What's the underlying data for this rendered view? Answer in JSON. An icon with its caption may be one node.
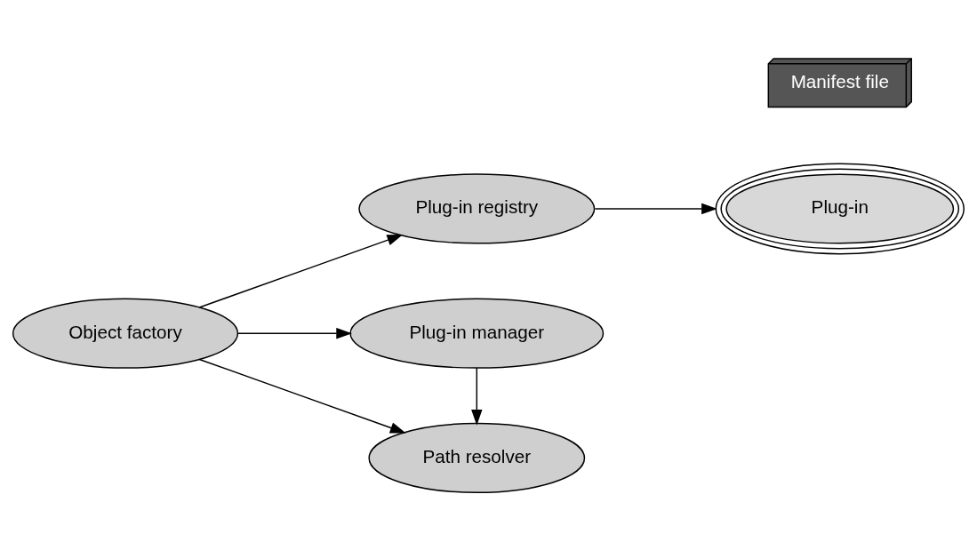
{
  "diagram": {
    "nodes": [
      {
        "text": [
          "Object factory"
        ]
      },
      {
        "text": [
          "Plug-in registry"
        ]
      },
      {
        "text": [
          "Plug-in manager"
        ]
      },
      {
        "text": [
          "Path resolver"
        ]
      },
      {
        "text": [
          "Plug-in"
        ]
      },
      {
        "text": [
          "Manifest file"
        ]
      }
    ],
    "edges": [
      {
        "from": 0,
        "to": 1,
        "arrow": "to"
      },
      {
        "from": 0,
        "to": 2,
        "arrow": "to"
      },
      {
        "from": 0,
        "to": 3,
        "arrow": "to"
      },
      {
        "from": 2,
        "to": 3,
        "arrow": "to"
      },
      {
        "from": 1,
        "to": 4,
        "arrow": "to"
      }
    ]
  }
}
